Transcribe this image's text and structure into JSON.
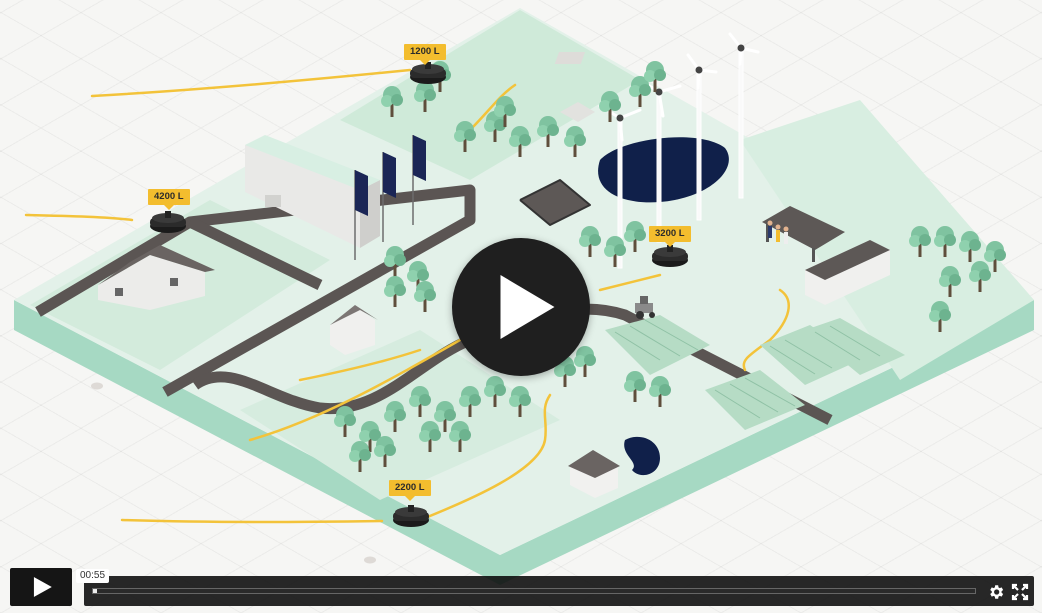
{
  "scene": {
    "tanks": [
      {
        "label": "1200 L"
      },
      {
        "label": "4200 L"
      },
      {
        "label": "3200 L"
      },
      {
        "label": "2200 L"
      }
    ]
  },
  "controls": {
    "current_time": "00:55",
    "progress": 0.005,
    "play_icon": "play-icon",
    "settings_icon": "gear-icon",
    "fullscreen_icon": "fullscreen-icon"
  },
  "colors": {
    "land": "#e4f2ea",
    "land_side": "#a3d8c1",
    "road": "#5a5553",
    "water": "#10204a",
    "tree": "#7fc3a0",
    "pipe": "#f3c33a",
    "label": "#f3bd2e"
  }
}
